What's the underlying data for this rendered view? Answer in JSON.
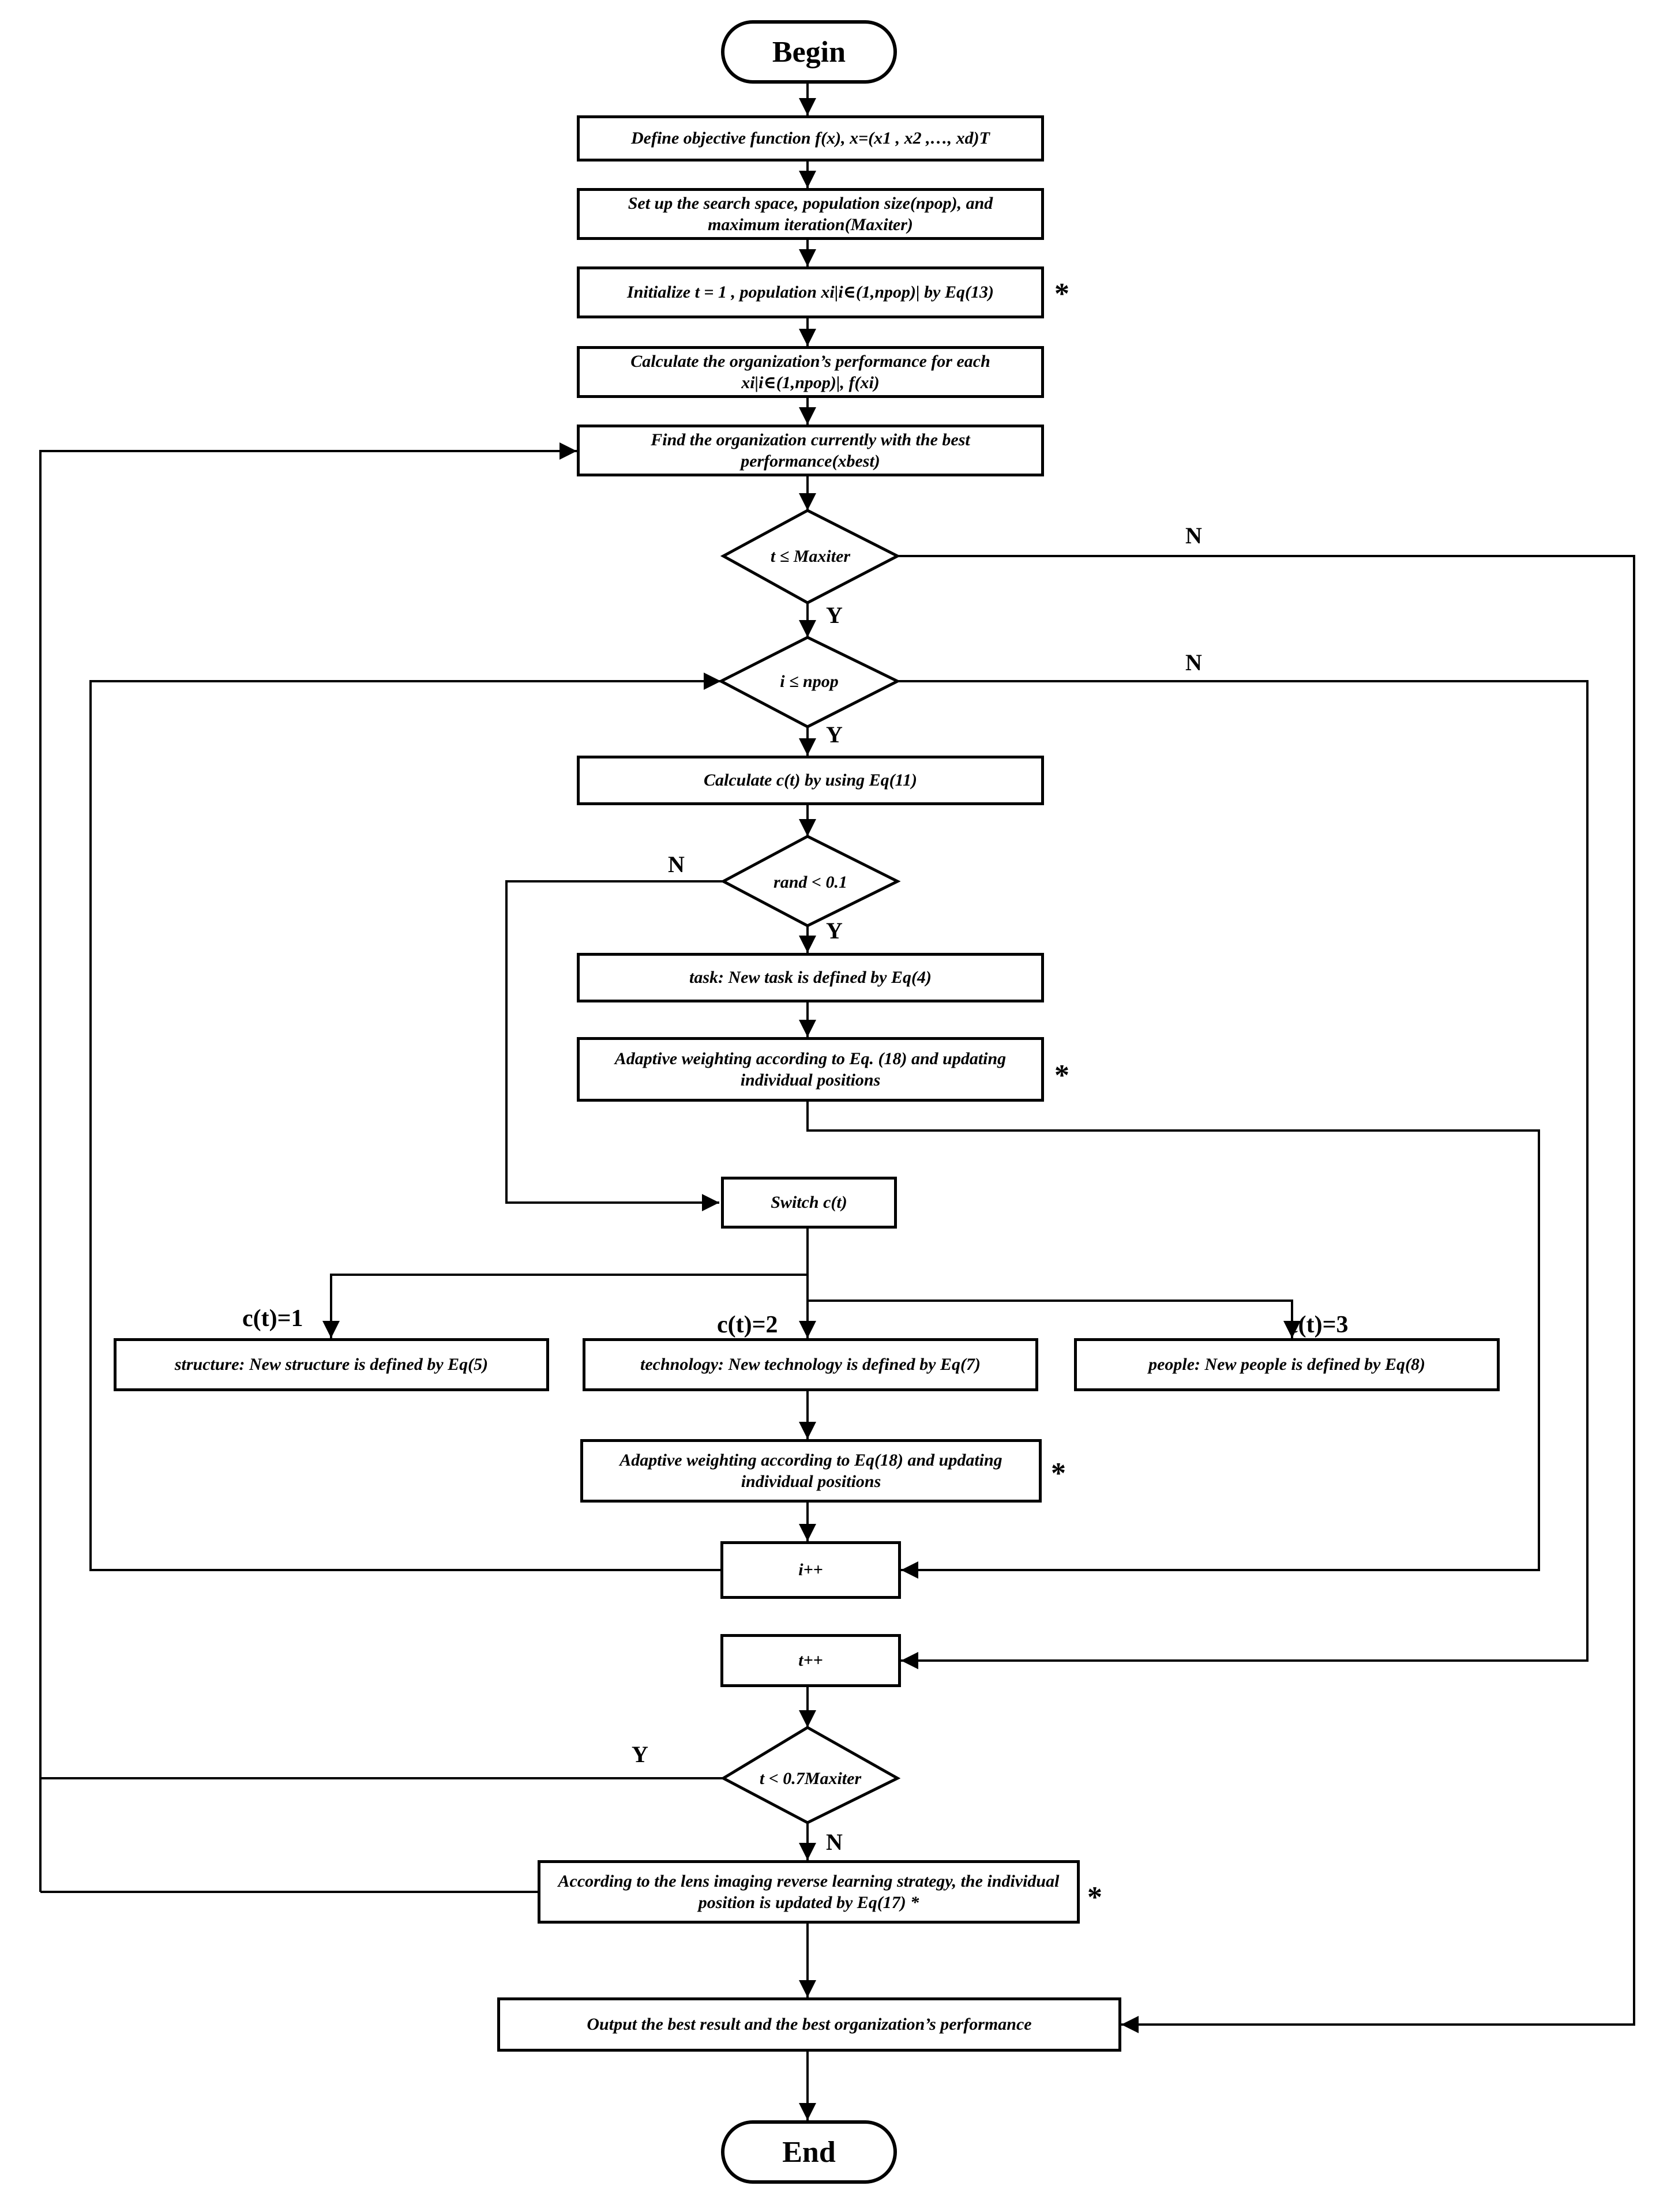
{
  "nodes": {
    "begin": "Begin",
    "define": "Define objective function f(x), x=(x1 , x2 ,…, xd)T",
    "setup": "Set up the search space, population size(npop), and maximum iteration(Maxiter)",
    "init": "Initialize t = 1 , population xi|i∈(1,npop)| by Eq(13)",
    "calc_perf": "Calculate the organization’s performance for each xi|i∈(1,npop)|, f(xi)",
    "find_best": "Find the organization currently with the best performance(xbest)",
    "cond_t": "t ≤ Maxiter",
    "cond_i": "i ≤ npop",
    "calc_c": "Calculate c(t) by using Eq(11)",
    "cond_rand": "rand < 0.1",
    "task": "task: New task is defined by Eq(4)",
    "adaptive1": "Adaptive weighting according to Eq. (18) and updating individual positions",
    "switch": "Switch c(t)",
    "structure": "structure: New structure is defined by Eq(5)",
    "technology": "technology: New technology is defined by Eq(7)",
    "people": "people: New people is defined by Eq(8)",
    "adaptive2": "Adaptive weighting according to Eq(18) and updating individual positions",
    "i_inc": "i++",
    "t_inc": "t++",
    "cond_07": "t < 0.7Maxiter",
    "lens": "According to the lens imaging reverse learning strategy, the individual position is updated by Eq(17) *",
    "output": "Output the best result and the best organization’s performance",
    "end": "End"
  },
  "labels": {
    "y": "Y",
    "n": "N",
    "star": "*",
    "c1": "c(t)=1",
    "c2": "c(t)=2",
    "c3": "c(t)=3"
  }
}
